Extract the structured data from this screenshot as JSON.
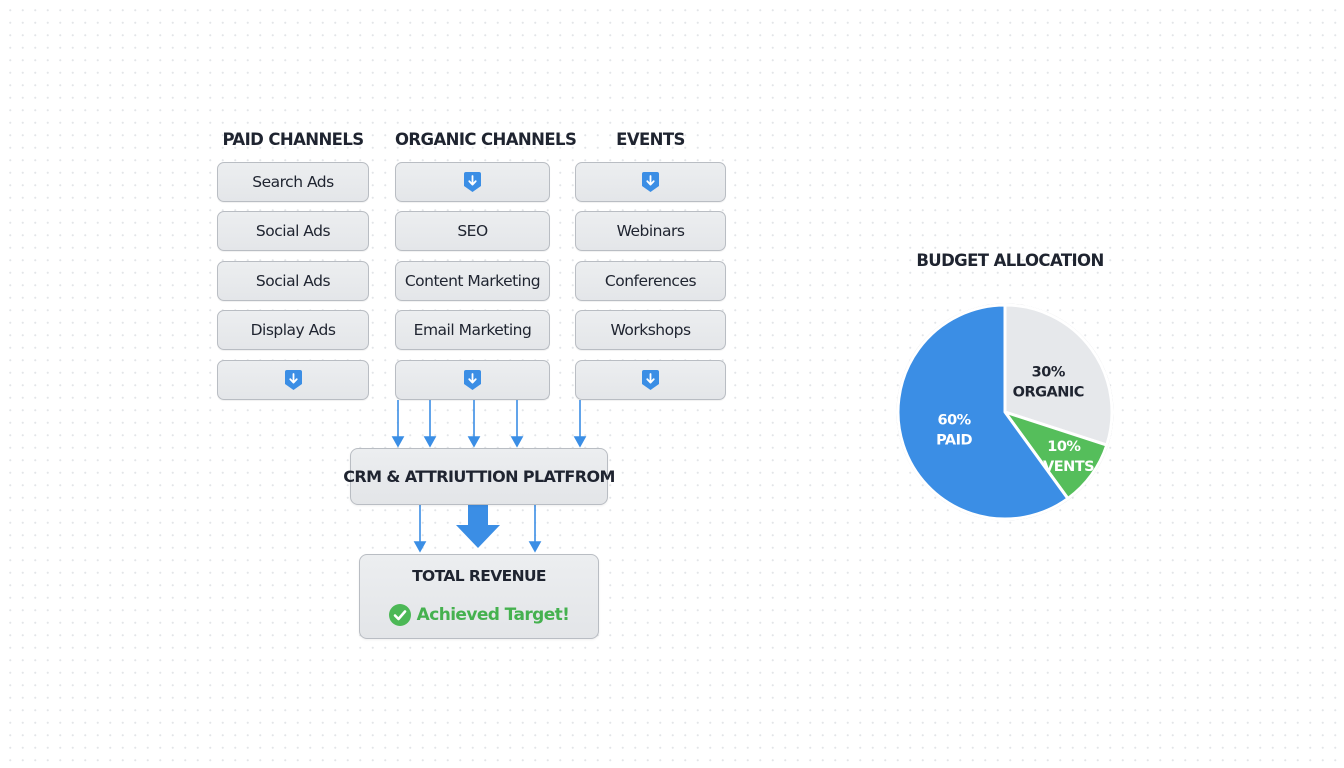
{
  "columns": [
    {
      "header": "PAID CHANNELS",
      "items": [
        {
          "type": "text",
          "label": "Search Ads"
        },
        {
          "type": "text",
          "label": "Social Ads"
        },
        {
          "type": "text",
          "label": "Social Ads"
        },
        {
          "type": "text",
          "label": "Display Ads"
        },
        {
          "type": "icon",
          "icon": "download-badge-icon"
        }
      ]
    },
    {
      "header": "ORGANIC CHANNELS",
      "items": [
        {
          "type": "icon",
          "icon": "download-badge-icon"
        },
        {
          "type": "text",
          "label": "SEO"
        },
        {
          "type": "text",
          "label": "Content Marketing"
        },
        {
          "type": "text",
          "label": "Email Marketing"
        },
        {
          "type": "icon",
          "icon": "download-badge-icon"
        }
      ]
    },
    {
      "header": "EVENTS",
      "items": [
        {
          "type": "icon",
          "icon": "download-badge-icon"
        },
        {
          "type": "text",
          "label": "Webinars"
        },
        {
          "type": "text",
          "label": "Conferences"
        },
        {
          "type": "text",
          "label": "Workshops"
        },
        {
          "type": "icon",
          "icon": "download-badge-icon"
        }
      ]
    }
  ],
  "platform": {
    "label": "CRM & ATTRIUTTION PLATFROM"
  },
  "revenue": {
    "title": "TOTAL REVENUE",
    "status_icon": "check-circle-icon",
    "status_text": "Achieved Target!"
  },
  "colors": {
    "accent_blue": "#3b8ee5",
    "success_green": "#4cb856",
    "organic_gray": "#e6e8eb",
    "text_dark": "#1f2430"
  },
  "chart_data": {
    "type": "pie",
    "title": "BUDGET ALLOCATION",
    "slices": [
      {
        "name": "ORGANIC",
        "value": 30,
        "label": "30%",
        "color": "#e6e8eb",
        "text_color": "#1f2430"
      },
      {
        "name": "EVENTS",
        "value": 10,
        "label": "10%",
        "color": "#55be5b",
        "text_color": "#ffffff"
      },
      {
        "name": "PAID",
        "value": 60,
        "label": "60%",
        "color": "#3b8ee5",
        "text_color": "#ffffff"
      }
    ],
    "legend": "none"
  }
}
